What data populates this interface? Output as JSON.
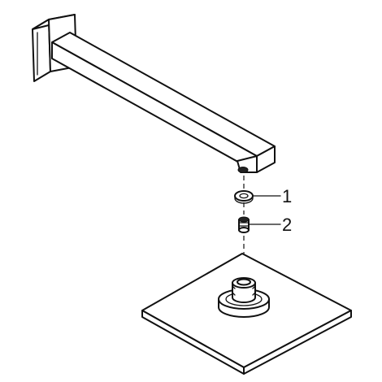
{
  "diagram": {
    "callouts": [
      {
        "label": "1",
        "part": "washer"
      },
      {
        "label": "2",
        "part": "threaded-nipple"
      }
    ]
  }
}
